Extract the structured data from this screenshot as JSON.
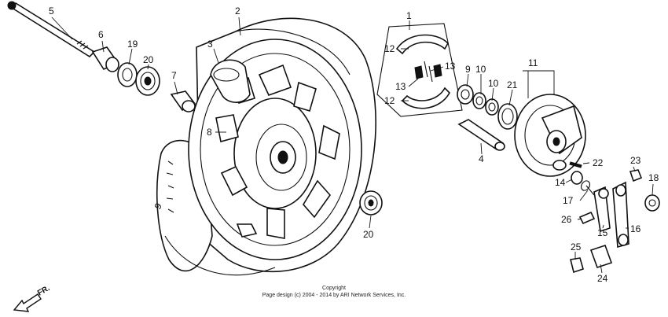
{
  "callouts": {
    "p1": "1",
    "p2": "2",
    "p3": "3",
    "p4": "4",
    "p5": "5",
    "p6": "6",
    "p7": "7",
    "p8": "8",
    "p9": "9",
    "p10a": "10",
    "p10b": "10",
    "p11": "11",
    "p12a": "12",
    "p12b": "12",
    "p13a": "13",
    "p13b": "13",
    "p14": "14",
    "p15": "15",
    "p16": "16",
    "p17": "17",
    "p18": "18",
    "p19": "19",
    "p20a": "20",
    "p20b": "20",
    "p21": "21",
    "p22": "22",
    "p23": "23",
    "p24": "24",
    "p25": "25",
    "p26": "26"
  },
  "direction_label": "FR.",
  "footer": {
    "line1": "Copyright",
    "line2": "Page design (c) 2004 - 2014 by ARI Network Services, Inc."
  },
  "colors": {
    "ink": "#111111",
    "paper": "#ffffff"
  }
}
